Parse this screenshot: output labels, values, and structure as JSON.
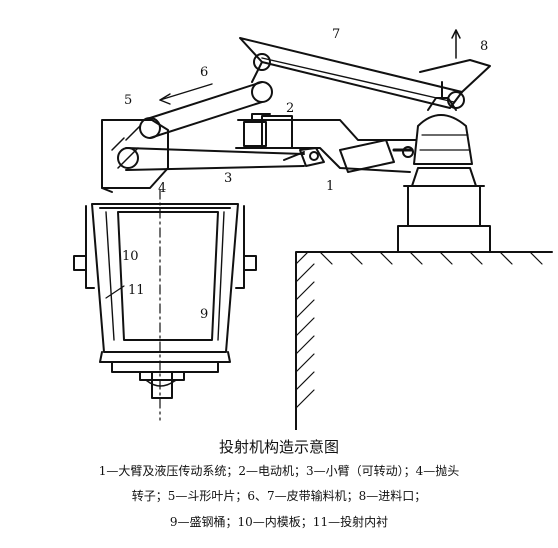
{
  "diagram": {
    "labels": [
      "1",
      "2",
      "3",
      "4",
      "5",
      "6",
      "7",
      "8",
      "9",
      "10",
      "11"
    ]
  },
  "caption": {
    "title": "投射机构造示意图",
    "legend_line1": "1—大臂及液压传动系统；2—电动机；3—小臂（可转动）；4—抛头",
    "legend_line2": "转子；5—斗形叶片；6、7—皮带输料机；8—进料口；",
    "legend_line3": "9—盛钢桶；10—内模板；11—投射内衬"
  }
}
